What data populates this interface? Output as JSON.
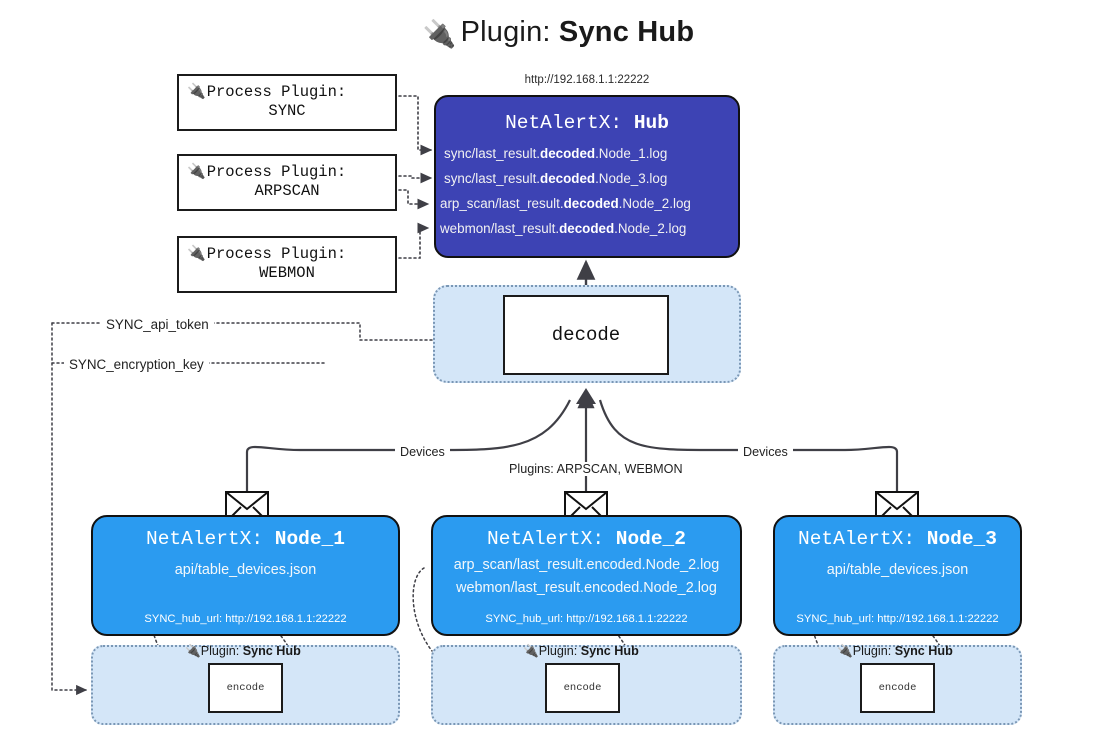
{
  "title": {
    "icon": "plug-icon",
    "prefix": "Plugin: ",
    "name": "Sync Hub"
  },
  "hub": {
    "url": "http://192.168.1.1:22222",
    "title_prefix": "NetAlertX: ",
    "title_name": "Hub",
    "logs": [
      {
        "pre": "sync/last_result.",
        "em": "decoded",
        "post": ".Node_1.log"
      },
      {
        "pre": "sync/last_result.",
        "em": "decoded",
        "post": ".Node_3.log"
      },
      {
        "pre": "arp_scan/last_result.",
        "em": "decoded",
        "post": ".Node_2.log"
      },
      {
        "pre": "webmon/last_result.",
        "em": "decoded",
        "post": ".Node_2.log"
      }
    ]
  },
  "process_plugins": [
    {
      "icon": "plug-icon",
      "line1": "Process Plugin:",
      "line2": "SYNC"
    },
    {
      "icon": "plug-icon",
      "line1": "Process Plugin:",
      "line2": "ARPSCAN"
    },
    {
      "icon": "plug-icon",
      "line1": "Process Plugin:",
      "line2": "WEBMON"
    }
  ],
  "decode": {
    "label": "decode"
  },
  "tokens": {
    "api_token": "SYNC_api_token",
    "encryption_key": "SYNC_encryption_key"
  },
  "edge_labels": {
    "devices_left": "Devices",
    "devices_right": "Devices",
    "plugins_middle": "Plugins: ARPSCAN, WEBMON"
  },
  "nodes": [
    {
      "title_prefix": "NetAlertX: ",
      "title_name": "Node_1",
      "lines": [
        "api/table_devices.json"
      ],
      "footer": "SYNC_hub_url: http://192.168.1.1:22222",
      "envelope_icon": "envelope-icon"
    },
    {
      "title_prefix": "NetAlertX: ",
      "title_name": "Node_2",
      "lines": [
        "arp_scan/last_result.encoded.Node_2.log",
        "webmon/last_result.encoded.Node_2.log"
      ],
      "footer": "SYNC_hub_url: http://192.168.1.1:22222",
      "envelope_icon": "envelope-icon"
    },
    {
      "title_prefix": "NetAlertX: ",
      "title_name": "Node_3",
      "lines": [
        "api/table_devices.json"
      ],
      "footer": "SYNC_hub_url: http://192.168.1.1:22222",
      "envelope_icon": "envelope-icon"
    }
  ],
  "encoders": [
    {
      "plugin_prefix": "Plugin: ",
      "plugin_name": "Sync Hub",
      "label": "encode",
      "icon": "plug-icon"
    },
    {
      "plugin_prefix": "Plugin: ",
      "plugin_name": "Sync Hub",
      "label": "encode",
      "icon": "plug-icon"
    },
    {
      "plugin_prefix": "Plugin: ",
      "plugin_name": "Sync Hub",
      "label": "encode",
      "icon": "plug-icon"
    }
  ],
  "colors": {
    "hub": "#3d43b4",
    "node": "#2b9bf0",
    "container": "#d4e6f8",
    "container_border": "#7a97b5",
    "line": "#3f3f46"
  }
}
